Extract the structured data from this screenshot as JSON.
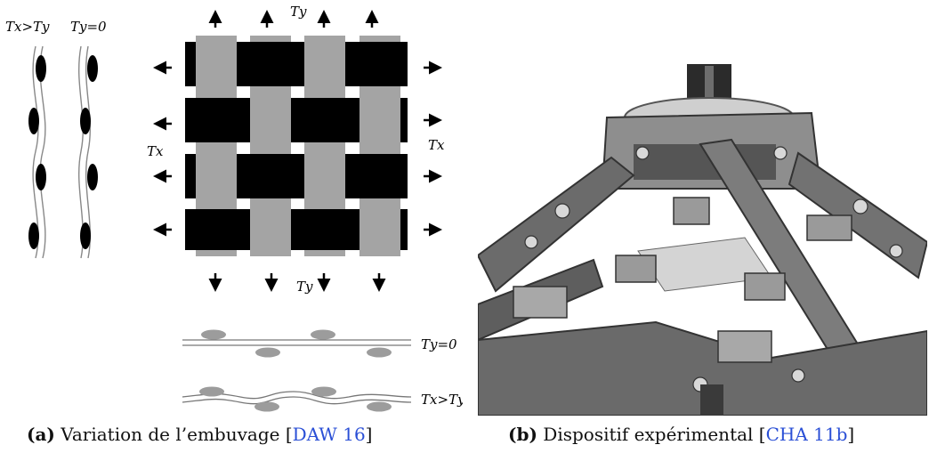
{
  "panel_a": {
    "labels": {
      "tx_gt_ty": "Tx>Ty",
      "ty_eq_0": "Ty=0",
      "ty_top": "Ty",
      "ty_bottom": "Ty",
      "tx_left": "Tx",
      "tx_right": "Tx",
      "cross_ty0": "Ty=0",
      "cross_tx_gt_ty": "Tx>Ty"
    }
  },
  "captions": {
    "a": {
      "tag": "(a)",
      "text": "Variation de l’embuvage [",
      "cite": "DAW 16",
      "close": "]"
    },
    "b": {
      "tag": "(b)",
      "text": "Dispositif expérimental [",
      "cite": "CHA 11b",
      "close": "]"
    }
  },
  "colors": {
    "weft": "#000000",
    "warp": "#a4a4a4",
    "yarn_cross": "#9c9c9c",
    "cite": "#2a4fd6"
  }
}
